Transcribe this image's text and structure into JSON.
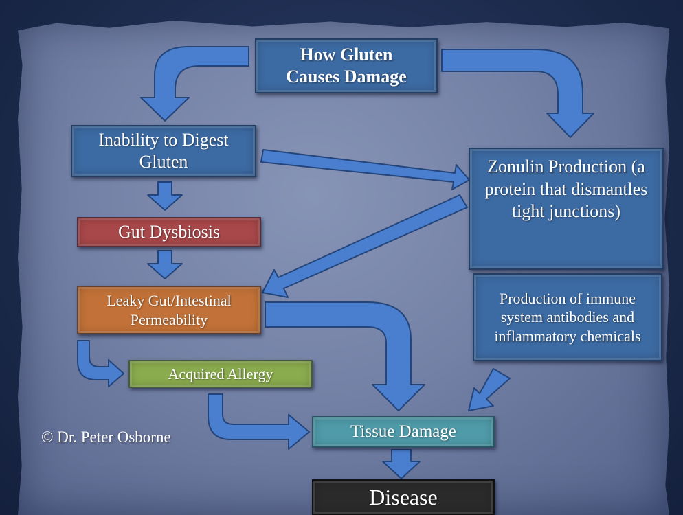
{
  "nodes": {
    "title": "How Gluten Causes Damage",
    "inability": "Inability to Digest Gluten",
    "zonulin": "Zonulin Production (a protein that dismantles tight junctions)",
    "dysbiosis": "Gut Dysbiosis",
    "leaky_gut": "Leaky Gut/Intestinal Permeability",
    "immune": "Production of immune system antibodies and inflammatory chemicals",
    "allergy": "Acquired Allergy",
    "tissue": "Tissue Damage",
    "disease": "Disease"
  },
  "copyright": "© Dr. Peter Osborne",
  "colors": {
    "arrow": "#4a7fd0",
    "blue_box": "#3c6aa2",
    "red_box": "#a9484a",
    "orange_box": "#c27238",
    "green_box": "#8bac4e",
    "teal_box": "#4f9ba9",
    "dark_box": "#2a2a2a"
  }
}
